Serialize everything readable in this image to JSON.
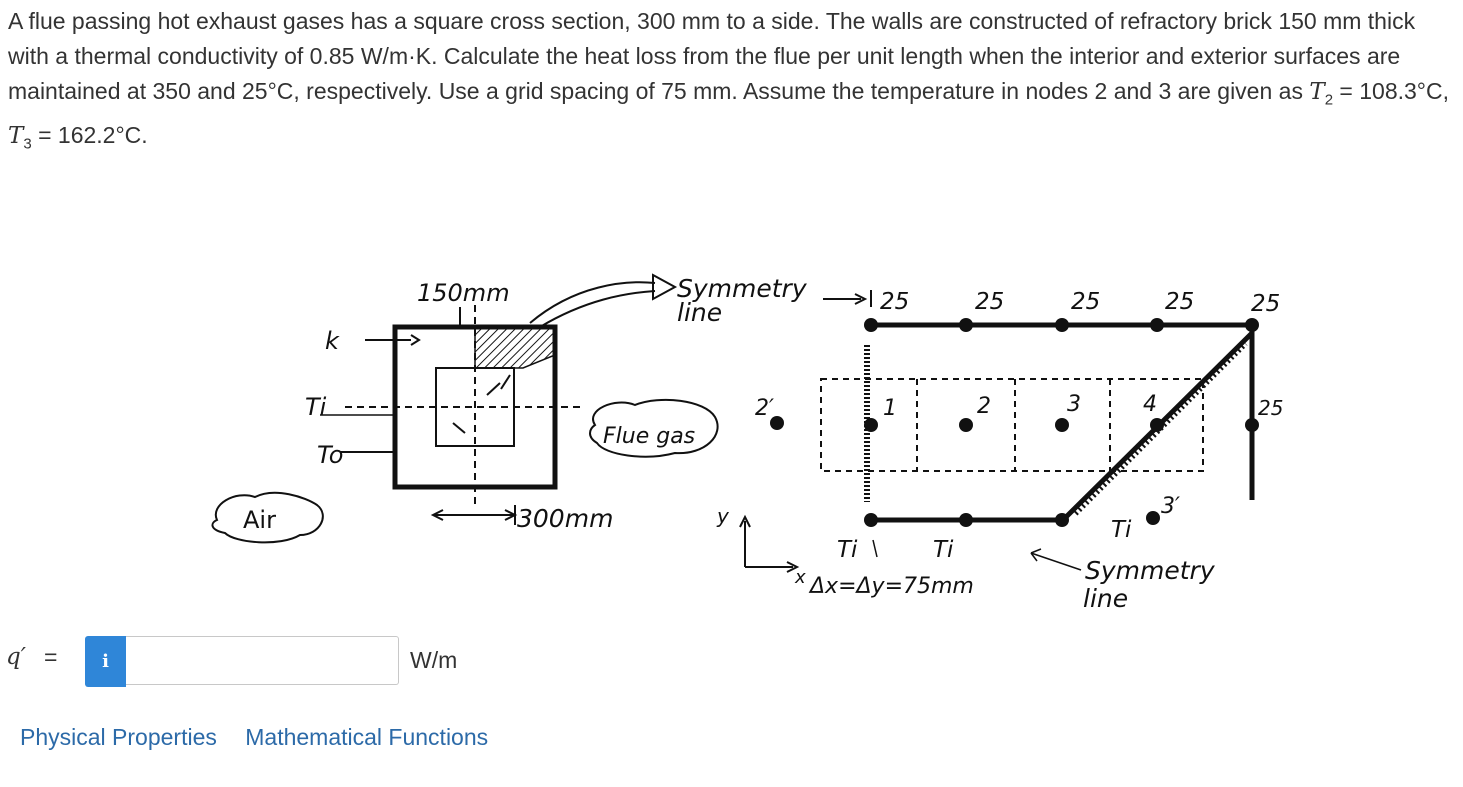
{
  "problem": {
    "text_main": "A flue passing hot exhaust gases has a square cross section, 300 mm to a side. The walls are constructed of refractory brick 150 mm thick with a thermal conductivity of 0.85 W/m·K. Calculate the heat loss from the flue per unit length when the interior and exterior surfaces are maintained at 350 and 25°C, respectively. Use a grid spacing of 75 mm. Assume the temperature in nodes 2 and 3 are given as ",
    "t2_symbol": "T",
    "t2_sub": "2",
    "t2_value": " = 108.3°C, ",
    "t3_symbol": "T",
    "t3_sub": "3",
    "t3_value": " = 162.2°C."
  },
  "figure": {
    "left": {
      "thickness_label": "150mm",
      "k_label": "k",
      "ti_label": "Ti",
      "to_label": "To",
      "air_label": "Air",
      "flue_gas_label": "Flue gas",
      "side_label": "300mm"
    },
    "right": {
      "symmetry_top_1": "Symmetry",
      "symmetry_top_2": "line",
      "top_temps": [
        "25",
        "25",
        "25",
        "25",
        "25"
      ],
      "right_temp": "25",
      "node_1": "1",
      "node_2": "2",
      "node_3": "3",
      "node_4": "4",
      "node_2p": "2′",
      "node_3p": "3′",
      "ti_bottom_1": "Ti",
      "ti_bottom_2": "Ti",
      "ti_bottom_3": "Ti",
      "grid_label": "Δx=Δy=75mm",
      "symmetry_bottom_1": "Symmetry",
      "symmetry_bottom_2": "line",
      "y_axis": "y",
      "x_axis": "x"
    }
  },
  "answer": {
    "label": "q′",
    "equals": "=",
    "info_icon": "i",
    "value": "",
    "unit": "W/m"
  },
  "links": {
    "physical_properties": "Physical Properties",
    "math_functions": "Mathematical Functions"
  }
}
